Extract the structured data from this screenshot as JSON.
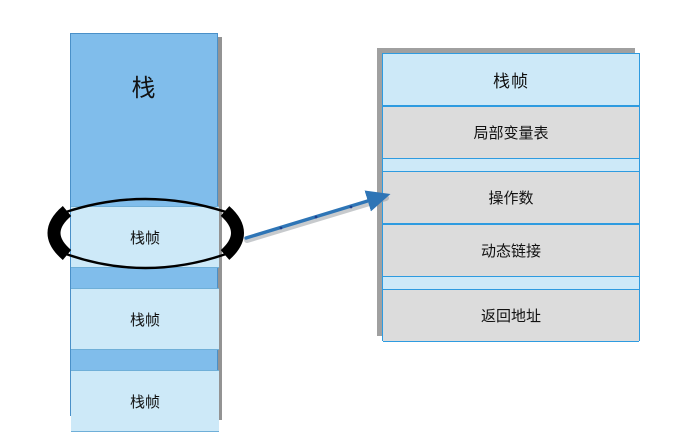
{
  "diagram": {
    "title_text": "栈",
    "stack": {
      "label": "栈",
      "frames": [
        {
          "label": "栈帧"
        },
        {
          "label": "栈帧"
        },
        {
          "label": "栈帧"
        }
      ]
    },
    "highlight": {
      "shape": "ellipse",
      "target": "栈帧",
      "stroke_color": "#000000"
    },
    "connector": {
      "kind": "arrow",
      "direction": "up-right",
      "color": "#2E75B6",
      "from": "highlighted-stack-frame",
      "to": "frame-detail-panel"
    },
    "frame_detail": {
      "header": "栈帧",
      "rows": [
        {
          "label": "局部变量表"
        },
        {
          "label": "操作数"
        },
        {
          "label": "动态链接"
        },
        {
          "label": "返回地址"
        }
      ]
    },
    "colors": {
      "stack_fill": "#80BDEB",
      "frame_fill": "#CDE9F8",
      "detail_row_fill": "#DCDCDC",
      "border_blue": "#2E9BE0",
      "arrow_blue": "#2E75B6",
      "shadow_gray": "#969696"
    }
  }
}
